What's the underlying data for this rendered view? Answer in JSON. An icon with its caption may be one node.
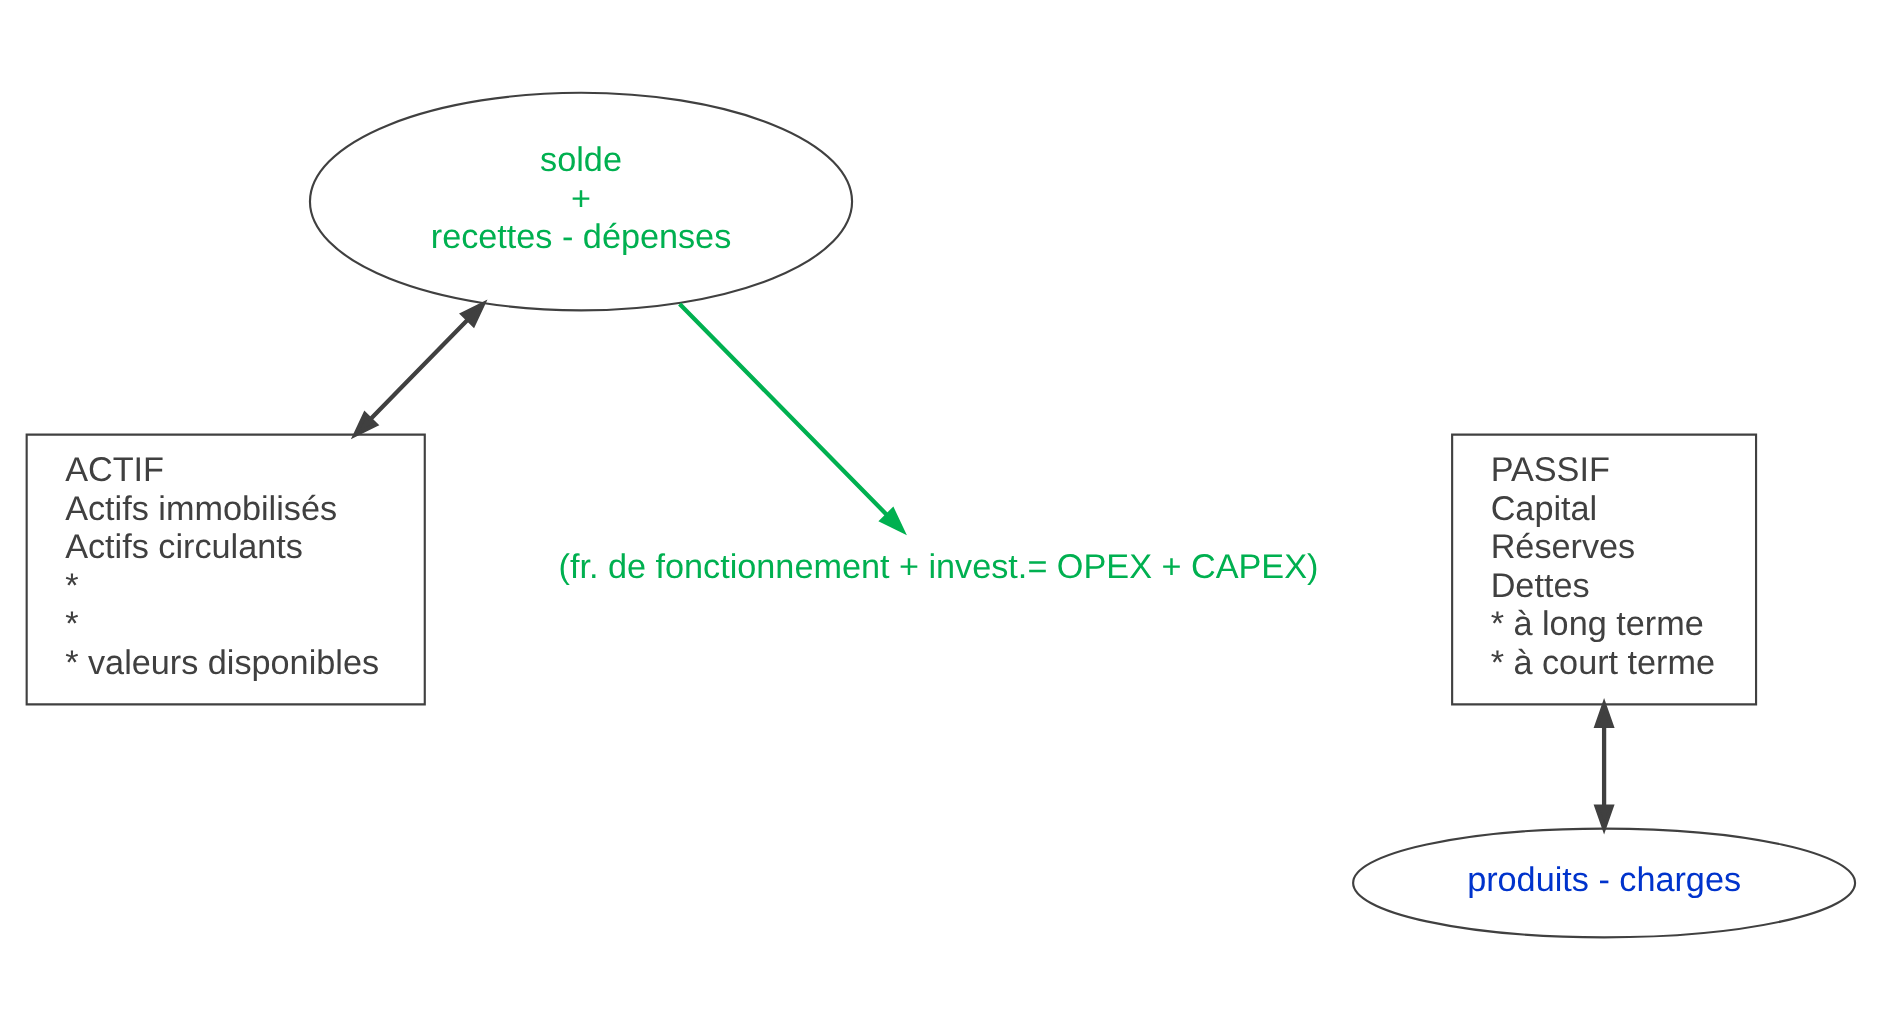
{
  "diagram": {
    "nodes": [
      {
        "text": [
          "ACTIF",
          "Actifs immobilisés",
          "Actifs circulants",
          "*",
          "*",
          "* valeurs disponibles"
        ]
      },
      {
        "text": [
          "PASSIF",
          "Capital",
          "Réserves",
          "Dettes",
          "* à long terme",
          "* à court terme"
        ]
      },
      {
        "text": [
          "solde",
          "+",
          "recettes - dépenses"
        ]
      },
      {
        "text": [
          "produits - charges"
        ]
      },
      {
        "text": [
          "(fr. de fonctionnement + invest.= OPEX + CAPEX)"
        ]
      }
    ],
    "edges": [
      {
        "from": 2,
        "to": 0,
        "arrow": "both"
      },
      {
        "from": 1,
        "to": 3,
        "arrow": "both"
      },
      {
        "from": 2,
        "to": 4,
        "arrow": "to",
        "color": "#00b050"
      }
    ]
  }
}
